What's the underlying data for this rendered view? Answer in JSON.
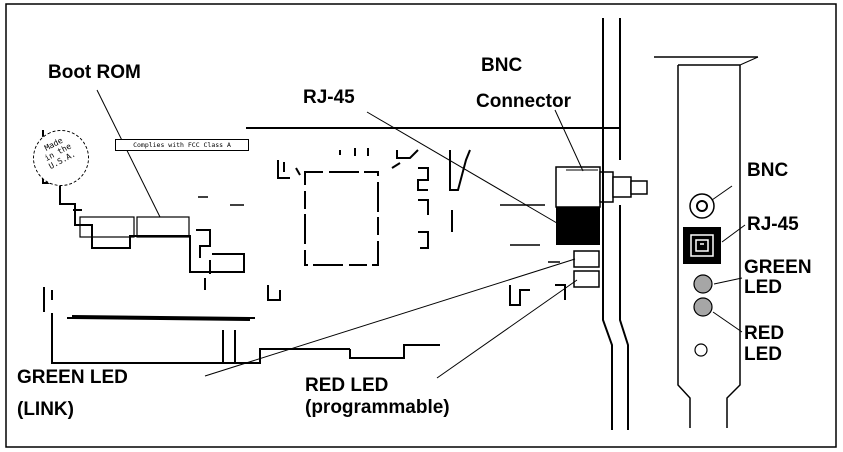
{
  "labels": {
    "boot_rom": "Boot ROM",
    "rj45_card": "RJ-45",
    "bnc_connector_line1": "BNC",
    "bnc_connector_line2": "Connector",
    "bnc_bracket": "BNC",
    "rj45_bracket": "RJ-45",
    "green_led_bracket_line1": "GREEN",
    "green_led_bracket_line2": "LED",
    "red_led_bracket_line1": "RED",
    "red_led_bracket_line2": "LED",
    "green_led_card_line1": "GREEN LED",
    "green_led_card_line2": "(LINK)",
    "red_led_card_line1": "RED LED",
    "red_led_card_line2": "(programmable)"
  },
  "board_print": {
    "fcc_notice": "Complies with FCC Class A",
    "seal_line1": "Made",
    "seal_line2": "in the",
    "seal_line3": "U.S.A."
  },
  "colors": {
    "ink": "#000000",
    "paper": "#ffffff",
    "led_fill": "#a6a6a6",
    "jack_fill": "#000000"
  }
}
